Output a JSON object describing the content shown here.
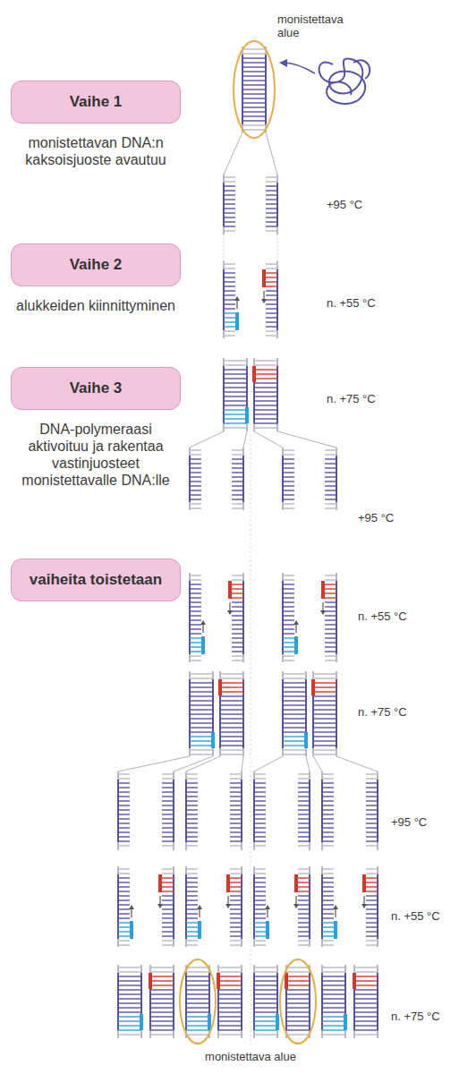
{
  "diagram": {
    "nodes": [
      {
        "text": [
          "Vaihe 1",
          "monistettavan DNA:n kaksoisjuoste avautuu"
        ]
      },
      {
        "text": [
          "Vaihe 2",
          "alukkeiden kiinnittyminen"
        ]
      },
      {
        "text": [
          "Vaihe 3",
          "DNA-polymeraasi aktivoituu ja rakentaa vastinjuosteet monistettavalle DNA:lle"
        ]
      },
      {
        "text": [
          "vaiheita toistetaan"
        ]
      }
    ],
    "labels": [
      "monistettava alue",
      "+95 °C",
      "n. +55 °C",
      "n. +75 °C",
      "+95 °C",
      "n. +55 °C",
      "n. +75 °C",
      "+95 °C",
      "n. +55 °C",
      "n. +75 °C",
      "monistettava alue"
    ]
  }
}
